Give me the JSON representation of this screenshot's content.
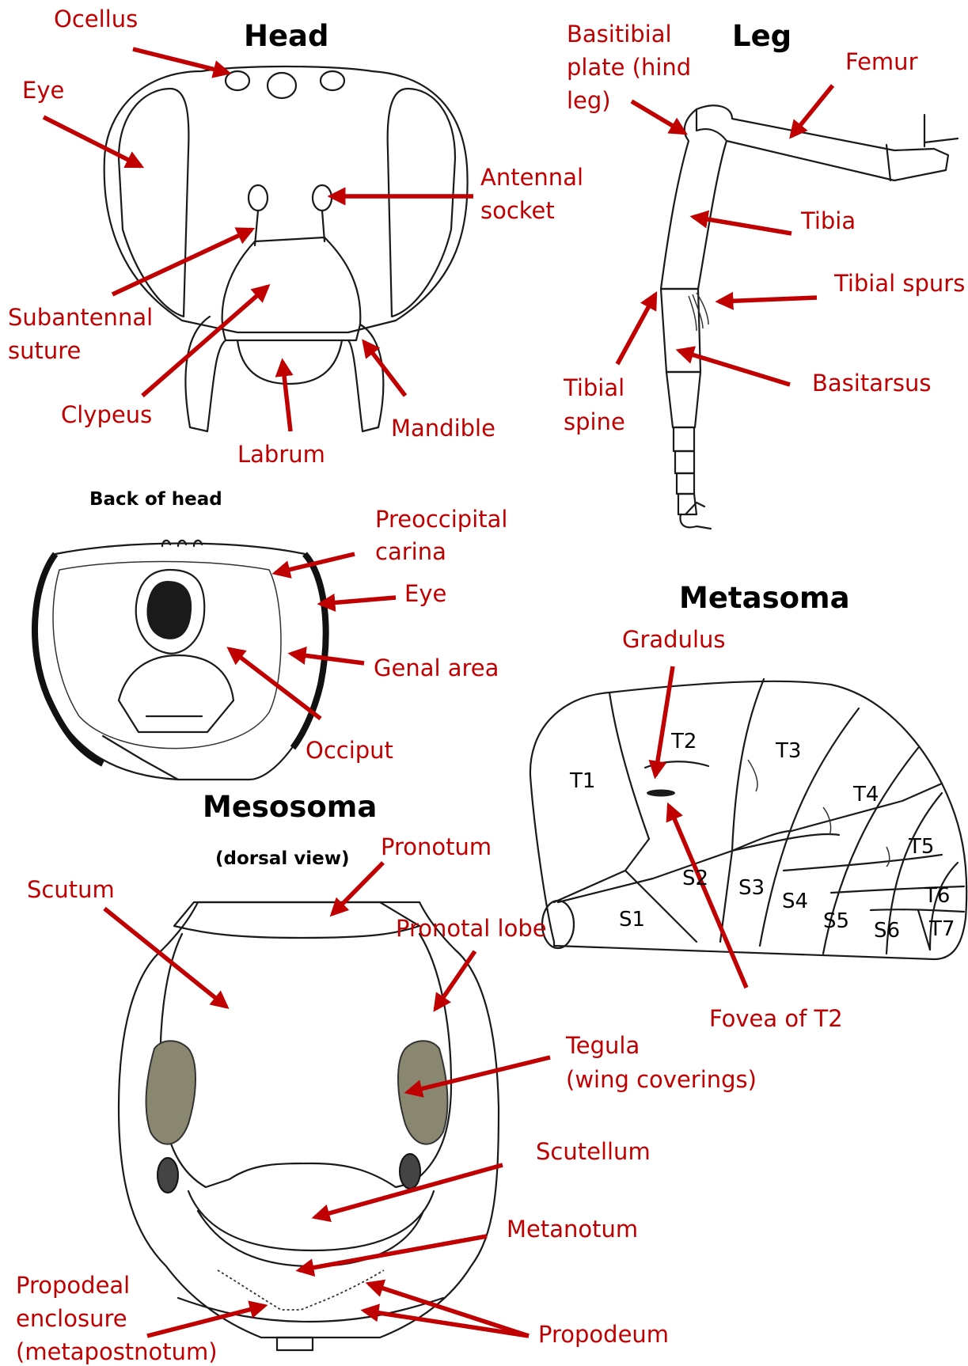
{
  "titles": {
    "head": "Head",
    "leg": "Leg",
    "back_of_head": "Back of head",
    "metasoma": "Metasoma",
    "mesosoma": "Mesosoma",
    "mesosoma_view": "(dorsal view)"
  },
  "head_labels": {
    "ocellus": "Ocellus",
    "eye": "Eye",
    "antennal_socket_1": "Antennal",
    "antennal_socket_2": "socket",
    "subantennal_suture_1": "Subantennal",
    "subantennal_suture_2": "suture",
    "clypeus": "Clypeus",
    "labrum": "Labrum",
    "mandible": "Mandible"
  },
  "leg_labels": {
    "basitibial_plate_1": "Basitibial",
    "basitibial_plate_2": "plate (hind",
    "basitibial_plate_3": "leg)",
    "femur": "Femur",
    "tibia": "Tibia",
    "tibial_spurs": "Tibial spurs",
    "tibial_spine_1": "Tibial",
    "tibial_spine_2": "spine",
    "basitarsus": "Basitarsus"
  },
  "back_labels": {
    "preoccipital_carina_1": "Preoccipital",
    "preoccipital_carina_2": "carina",
    "eye": "Eye",
    "genal_area": "Genal area",
    "occiput": "Occiput"
  },
  "metasoma_labels": {
    "gradulus": "Gradulus",
    "fovea_of_t2": "Fovea of T2"
  },
  "segments": {
    "t1": "T1",
    "t2": "T2",
    "t3": "T3",
    "t4": "T4",
    "t5": "T5",
    "t6": "T6",
    "t7": "T7",
    "s1": "S1",
    "s2": "S2",
    "s3": "S3",
    "s4": "S4",
    "s5": "S5",
    "s6": "S6"
  },
  "mesosoma_labels": {
    "pronotum": "Pronotum",
    "scutum": "Scutum",
    "pronotal_lobe": "Pronotal lobe",
    "tegula_1": "Tegula",
    "tegula_2": "(wing coverings)",
    "scutellum": "Scutellum",
    "metanotum": "Metanotum",
    "propodeal_enclosure_1": "Propodeal",
    "propodeal_enclosure_2": "enclosure",
    "propodeal_enclosure_3": "(metapostnotum)",
    "propodeum": "Propodeum"
  },
  "colors": {
    "label": "#c00000",
    "arrow": "#c00000",
    "outline": "#1a1a1a",
    "tegula_fill": "#8a8770",
    "foramen_fill": "#1a1a1a"
  }
}
